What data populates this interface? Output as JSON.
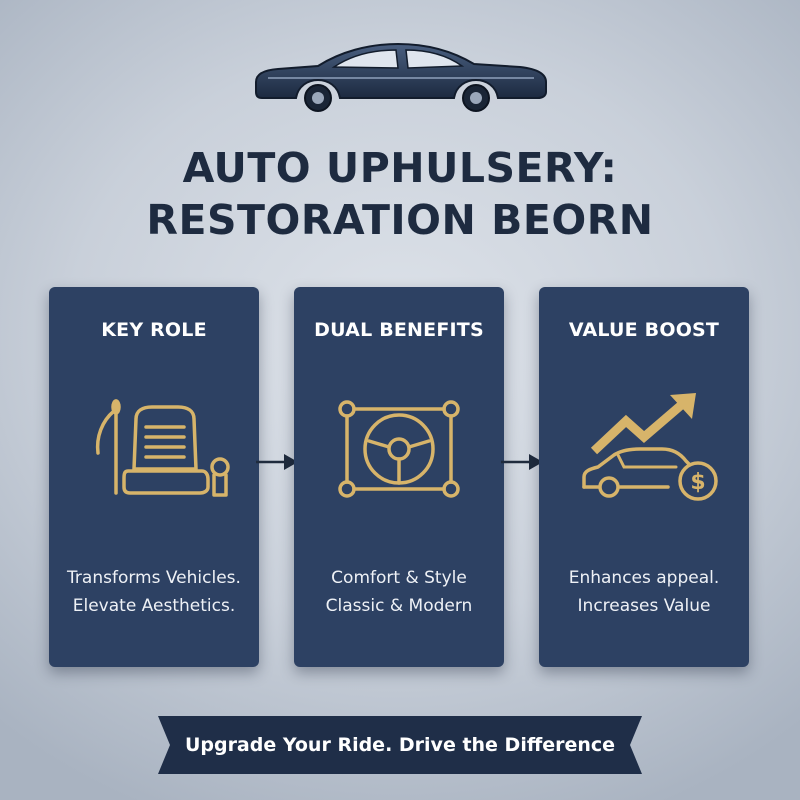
{
  "header": {
    "logo_icon": "car-silhouette-icon",
    "title_line1": "AUTO UPHULSERY:",
    "title_line2": "RESTORATION BEORN"
  },
  "cards": [
    {
      "heading": "KEY ROLE",
      "icon": "seat-needle-icon",
      "desc_line1": "Transforms Vehicles.",
      "desc_line2": "Elevate Aesthetics."
    },
    {
      "heading": "DUAL BENEFITS",
      "icon": "steering-wheel-icon",
      "desc_line1": "Comfort & Style",
      "desc_line2": "Classic & Modern"
    },
    {
      "heading": "VALUE BOOST",
      "icon": "car-value-growth-icon",
      "desc_line1": "Enhances appeal.",
      "desc_line2": "Increases Value"
    }
  ],
  "footer": {
    "banner_text": "Upgrade Your Ride. Drive the Difference"
  },
  "colors": {
    "card_background": "#2d4163",
    "title_text": "#1e2b40",
    "icon_gold": "#d7b46a",
    "banner_background": "#1f2e48"
  }
}
